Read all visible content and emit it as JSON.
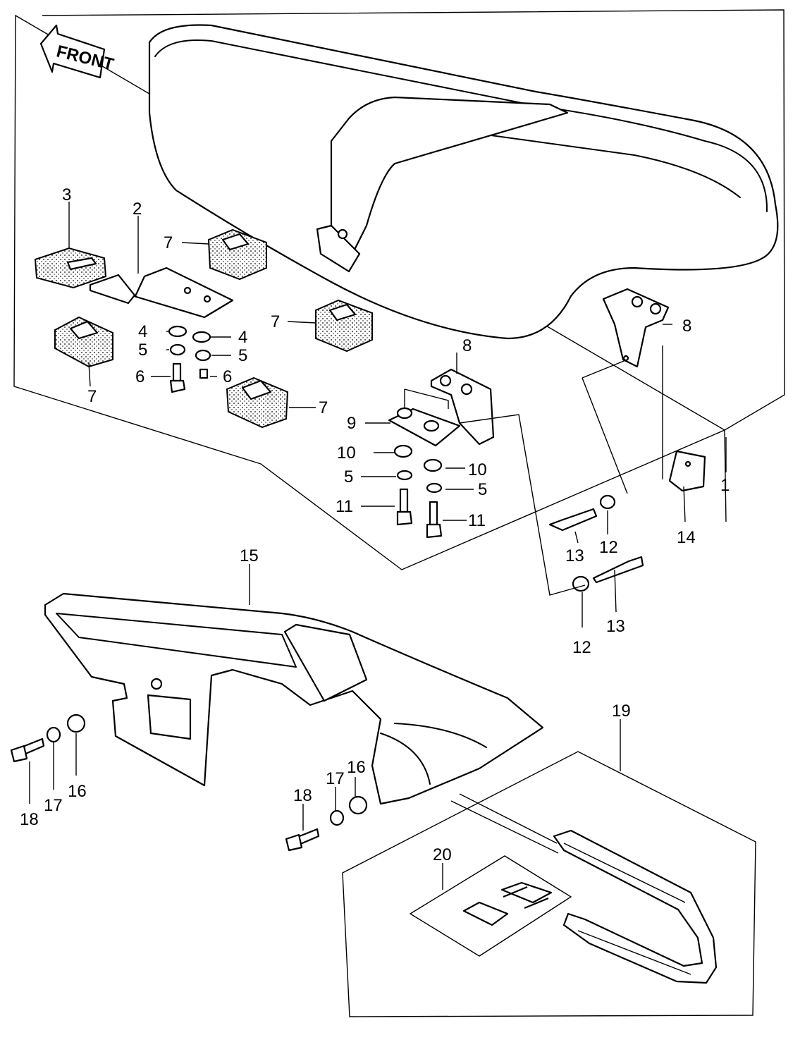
{
  "front_arrow": {
    "text": "FRONT"
  },
  "callouts": [
    {
      "id": "c1",
      "text": "1"
    },
    {
      "id": "c2",
      "text": "2"
    },
    {
      "id": "c3",
      "text": "3"
    },
    {
      "id": "c4a",
      "text": "4"
    },
    {
      "id": "c4b",
      "text": "4"
    },
    {
      "id": "c5a",
      "text": "5"
    },
    {
      "id": "c5b",
      "text": "5"
    },
    {
      "id": "c5c",
      "text": "5"
    },
    {
      "id": "c5d",
      "text": "5"
    },
    {
      "id": "c6a",
      "text": "6"
    },
    {
      "id": "c6b",
      "text": "6"
    },
    {
      "id": "c7a",
      "text": "7"
    },
    {
      "id": "c7b",
      "text": "7"
    },
    {
      "id": "c7c",
      "text": "7"
    },
    {
      "id": "c7d",
      "text": "7"
    },
    {
      "id": "c8a",
      "text": "8"
    },
    {
      "id": "c8b",
      "text": "8"
    },
    {
      "id": "c9",
      "text": "9"
    },
    {
      "id": "c10a",
      "text": "10"
    },
    {
      "id": "c10b",
      "text": "10"
    },
    {
      "id": "c11a",
      "text": "11"
    },
    {
      "id": "c11b",
      "text": "11"
    },
    {
      "id": "c12a",
      "text": "12"
    },
    {
      "id": "c12b",
      "text": "12"
    },
    {
      "id": "c13a",
      "text": "13"
    },
    {
      "id": "c13b",
      "text": "13"
    },
    {
      "id": "c14",
      "text": "14"
    },
    {
      "id": "c15",
      "text": "15"
    },
    {
      "id": "c16a",
      "text": "16"
    },
    {
      "id": "c16b",
      "text": "16"
    },
    {
      "id": "c17a",
      "text": "17"
    },
    {
      "id": "c17b",
      "text": "17"
    },
    {
      "id": "c18a",
      "text": "18"
    },
    {
      "id": "c18b",
      "text": "18"
    },
    {
      "id": "c19",
      "text": "19"
    },
    {
      "id": "c20",
      "text": "20"
    }
  ]
}
